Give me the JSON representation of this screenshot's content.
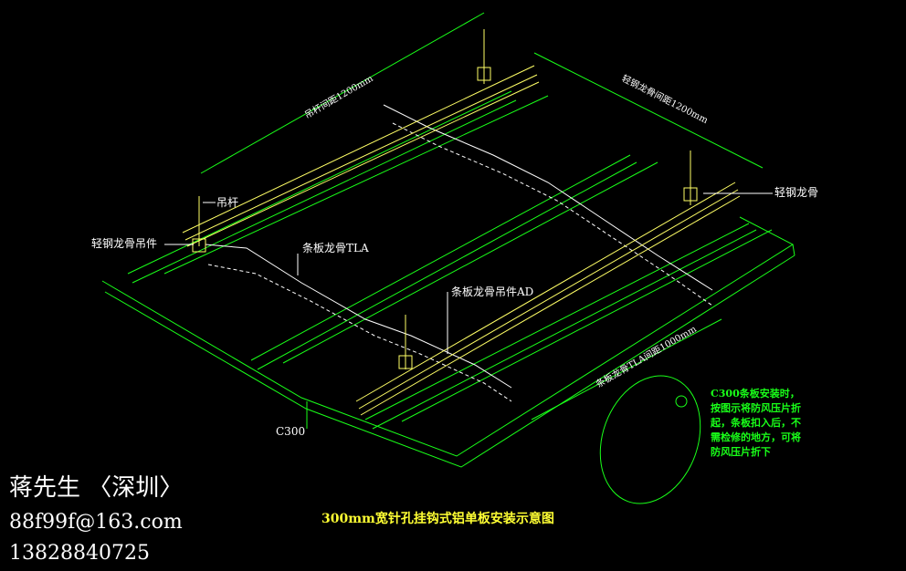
{
  "labels": {
    "hanger_rod": "吊杆",
    "light_steel_hanger": "轻钢龙骨吊件",
    "strip_keel": "条板龙骨TLA",
    "strip_keel_hanger": "条板龙骨吊件AD",
    "light_steel_keel": "轻钢龙骨",
    "panel": "C300",
    "dim_rod_spacing": "吊杆间距1200mm",
    "dim_keel_spacing": "轻钢龙骨间距1200mm",
    "dim_strip_spacing": "条板龙骨TLA间距1000mm"
  },
  "note_lines": [
    "C300条板安装时，",
    "按图示将防风压片折",
    "起，条板扣入后，不",
    "需检修的地方，可将",
    "防风压片折下"
  ],
  "title": "300mm宽针孔挂钩式铝单板安装示意图",
  "contact": {
    "name": "蒋先生 〈深圳〉",
    "email": "88f99f@163.com",
    "phone": "13828840725"
  },
  "colors": {
    "background": "#000000",
    "panel_lines": "#19ff19",
    "keel": "#ffff66",
    "strip_keel": "#ffffff",
    "text": "#ffffff",
    "note": "#19ff19",
    "title": "#ffff33"
  }
}
